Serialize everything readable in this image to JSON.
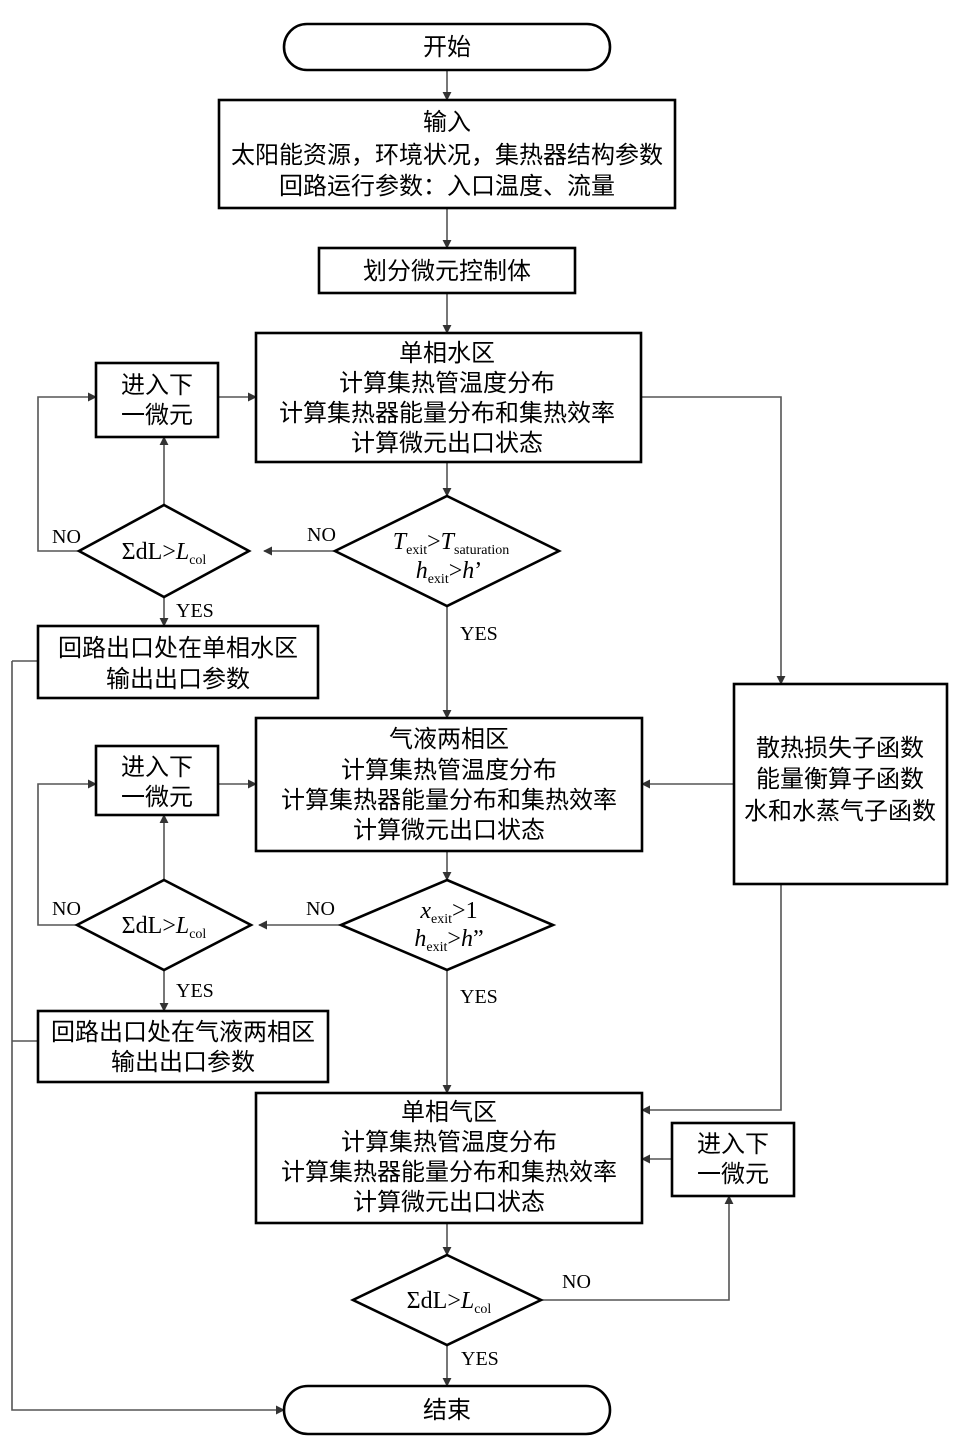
{
  "start": {
    "label": "开始"
  },
  "end": {
    "label": "结束"
  },
  "input": {
    "title": "输入",
    "line1": "太阳能资源，环境状况，集热器结构参数",
    "line2": "回路运行参数：入口温度、流量"
  },
  "divide": {
    "label": "划分微元控制体"
  },
  "zone1": {
    "title": "单相水区",
    "line1": "计算集热管温度分布",
    "line2": "计算集热器能量分布和集热效率",
    "line3": "计算微元出口状态"
  },
  "zone2": {
    "title": "气液两相区",
    "line1": "计算集热管温度分布",
    "line2": "计算集热器能量分布和集热效率",
    "line3": "计算微元出口状态"
  },
  "zone3": {
    "title": "单相气区",
    "line1": "计算集热管温度分布",
    "line2": "计算集热器能量分布和集热效率",
    "line3": "计算微元出口状态"
  },
  "next_element": {
    "line1": "进入下",
    "line2": "一微元"
  },
  "decision1": {
    "T": "T",
    "exit": "exit",
    "gt": ">",
    "T2": "T",
    "saturation": "saturation",
    "h": "h",
    "exit2": "exit",
    "gt2": ">",
    "h2": "h",
    "prime": "’"
  },
  "decision2": {
    "x": "x",
    "exit": "exit",
    "gt": ">1",
    "h": "h",
    "exit2": "exit",
    "gt2": ">",
    "h2": "h",
    "prime": "”"
  },
  "length_check": {
    "sigma": "ΣdL",
    "L": "L",
    "gt": ">",
    "Lsym": "L",
    "col": "col"
  },
  "output1": {
    "line1": "回路出口处在单相水区",
    "line2": "输出出口参数"
  },
  "output2": {
    "line1": "回路出口处在气液两相区",
    "line2": "输出出口参数"
  },
  "subfunctions": {
    "line1": "散热损失子函数",
    "line2": "能量衡算子函数",
    "line3": "水和水蒸气子函数"
  },
  "labels": {
    "yes": "YES",
    "no": "NO"
  }
}
